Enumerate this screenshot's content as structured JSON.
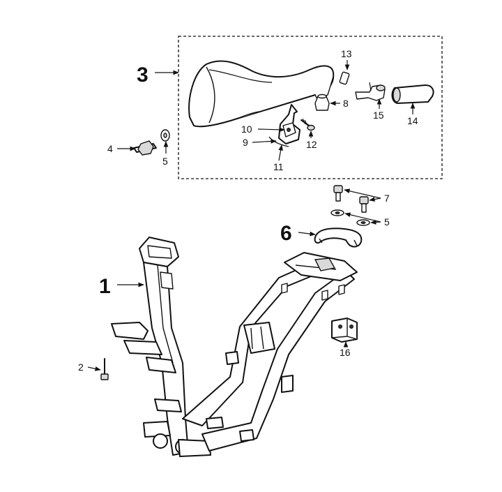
{
  "callouts": {
    "c1": "1",
    "c2": "2",
    "c3": "3",
    "c4": "4",
    "c5a": "5",
    "c5b": "5",
    "c6": "6",
    "c7": "7",
    "c8": "8",
    "c9": "9",
    "c10": "10",
    "c11": "11",
    "c12": "12",
    "c13": "13",
    "c14": "14",
    "c15": "15",
    "c16": "16"
  }
}
